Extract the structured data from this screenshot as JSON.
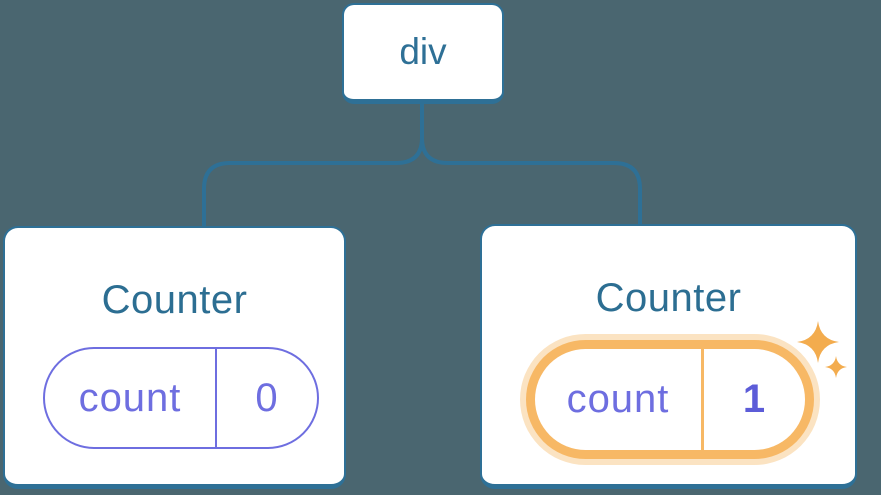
{
  "diagram": {
    "background_color": "#4A6670",
    "root": {
      "label": "div"
    },
    "children": [
      {
        "title": "Counter",
        "state": {
          "name": "count",
          "value": "0"
        },
        "highlighted": false
      },
      {
        "title": "Counter",
        "state": {
          "name": "count",
          "value": "1"
        },
        "highlighted": true,
        "icon": "sparkles-icon"
      }
    ],
    "colors": {
      "line_blue": "#2E7096",
      "title_blue": "#2C6E92",
      "state_purple": "#6E6EE0",
      "value_purple": "#5C5CD8",
      "highlight_orange": "#F7B865",
      "highlight_halo": "#FBE3C2",
      "sparkle_orange": "#F3AC4E",
      "card_white": "#FFFFFF"
    }
  }
}
